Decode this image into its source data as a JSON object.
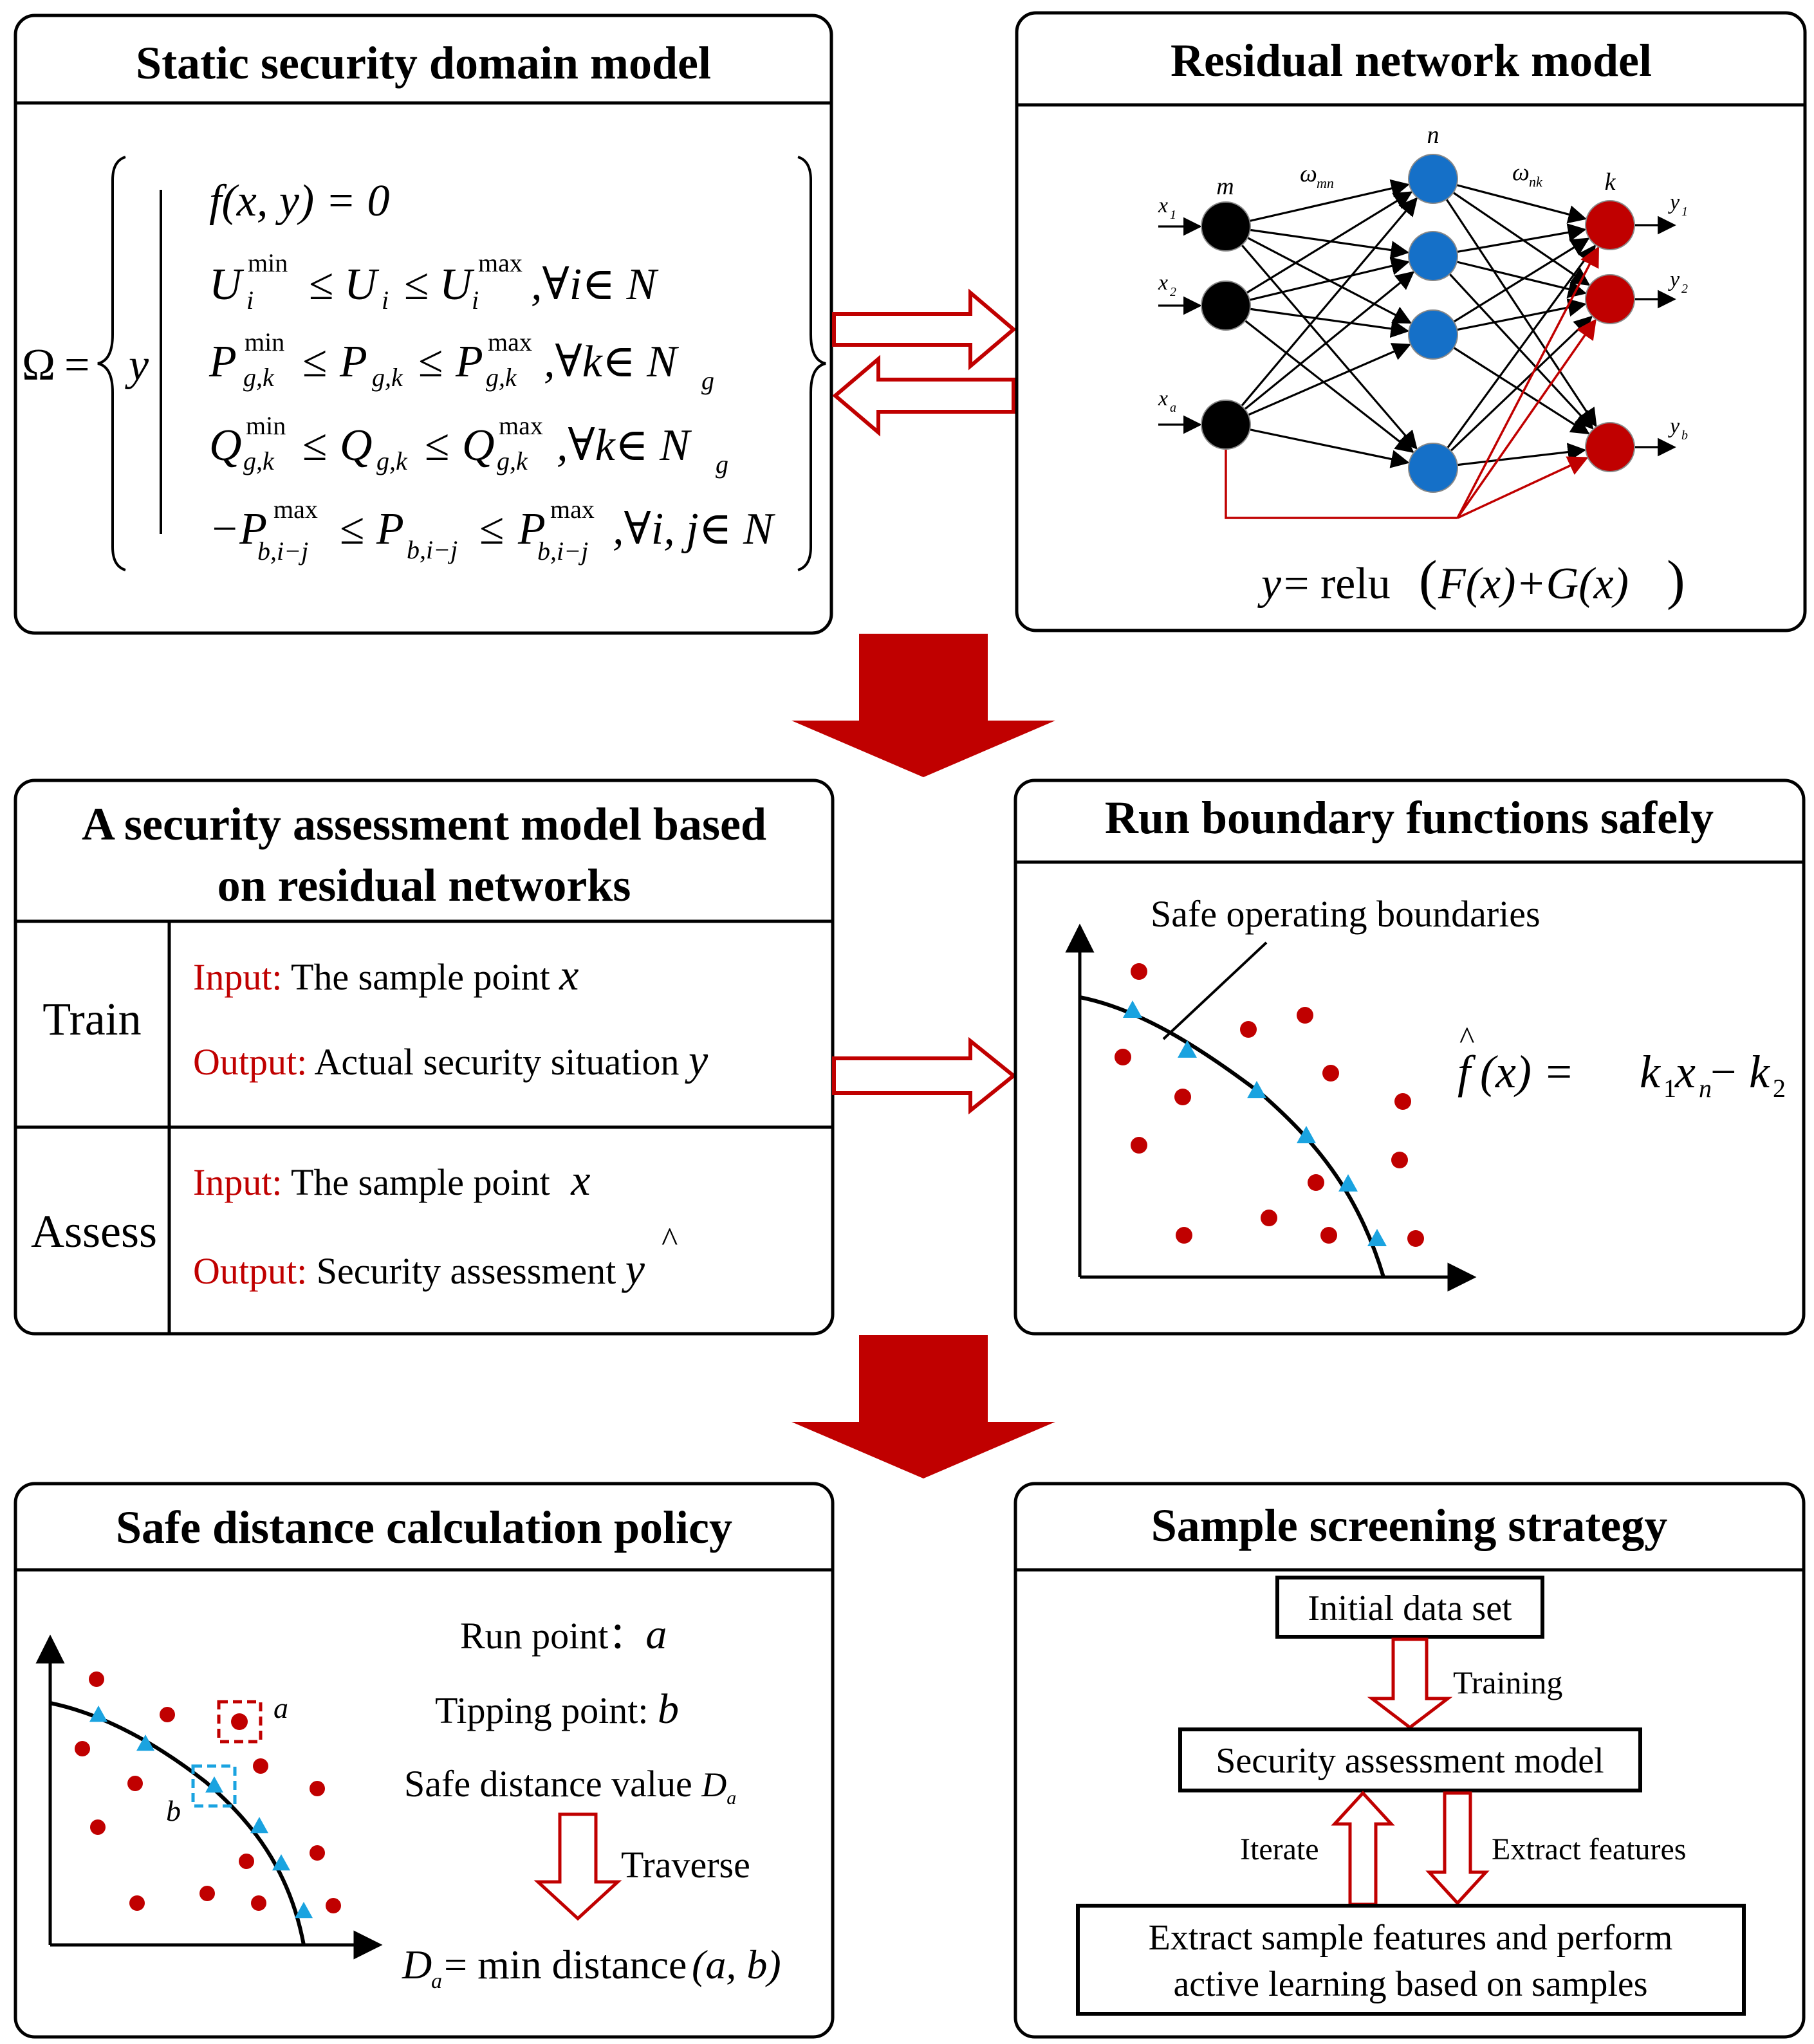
{
  "colors": {
    "red": "#c00000",
    "label_red": "#c00000",
    "blue_node": "#1570c8",
    "marker_blue": "#1aa3e0",
    "black": "#000000"
  },
  "panels": {
    "domain_model": {
      "title": "Static security domain model",
      "formula": {
        "omega": "Ω",
        "eq": "=",
        "y": "y",
        "c1": "f(x, y) = 0",
        "c2": {
          "U": "U",
          "min": "min",
          "i": "i",
          "le": "≤",
          "Ui": "U",
          "max": "max",
          "rest": ",∀i∈ N"
        },
        "c3": {
          "P": "P",
          "min": "min",
          "sub": "g,k",
          "max": "max",
          "rest": ",∀k∈ N",
          "g": "g"
        },
        "c4": {
          "Q": "Q",
          "min": "min",
          "sub": "g,k",
          "max": "max",
          "rest": ",∀k∈ N",
          "g": "g"
        },
        "c5": {
          "neg": "−P",
          "max": "max",
          "sub": "b,i−j",
          "P": "P",
          "rest": ",∀i, j∈ N"
        }
      }
    },
    "residual": {
      "title": "Residual network model",
      "labels": {
        "m": "m",
        "n": "n",
        "k": "k",
        "wmn": "ω",
        "wmn_sub": "mn",
        "wnk": "ω",
        "wnk_sub": "nk"
      },
      "inputs": [
        {
          "x": "x",
          "sub": "1"
        },
        {
          "x": "x",
          "sub": "2"
        },
        {
          "x": "x",
          "sub": "a"
        }
      ],
      "outputs": [
        {
          "y": "y",
          "sub": "1"
        },
        {
          "y": "y",
          "sub": "2"
        },
        {
          "y": "y",
          "sub": "b"
        }
      ],
      "formula": {
        "y": "y",
        "eq": " = relu",
        "body": "F(x)+G(x)"
      }
    },
    "assessment": {
      "title_line1": "A security assessment model based",
      "title_line2": "on residual networks",
      "train": {
        "label": "Train",
        "input_tag": "Input:",
        "input_text": " The sample point ",
        "input_var": "x",
        "output_tag": "Output:",
        "output_text": " Actual security situation ",
        "output_var": "y"
      },
      "assess": {
        "label": "Assess",
        "input_tag": "Input:",
        "input_text": " The sample point ",
        "input_var": "x",
        "output_tag": "Output:",
        "output_text": " Security assessment ",
        "output_var": "y",
        "hat": "^"
      }
    },
    "boundary": {
      "title": "Run boundary functions safely",
      "annotation": "Safe operating boundaries",
      "formula": {
        "f": "f",
        "hat": "^",
        "args": "(x) = ",
        "k1": "k",
        "k1s": "1",
        "x": "x",
        "xs": "n",
        "minus": " − ",
        "k2": "k",
        "k2s": "2"
      }
    },
    "distance": {
      "title": "Safe distance calculation policy",
      "run_point": "Run point：",
      "run_var": "a",
      "tipping_point": "Tipping point: ",
      "tipping_var": "b",
      "safe_distance": "Safe distance value ",
      "D": "D",
      "Dsub": "a",
      "traverse": "Traverse",
      "label_a": "a",
      "label_b": "b",
      "formula": {
        "D": "D",
        "Dsub": "a",
        "body": " = min distance",
        "args": "(a, b)"
      }
    },
    "screening": {
      "title": "Sample screening strategy",
      "initial": "Initial data set",
      "training": "Training",
      "model": "Security assessment model",
      "iterate": "Iterate",
      "extract": "Extract features",
      "bottom_line1": "Extract sample features and perform",
      "bottom_line2": "active learning based on samples"
    }
  }
}
